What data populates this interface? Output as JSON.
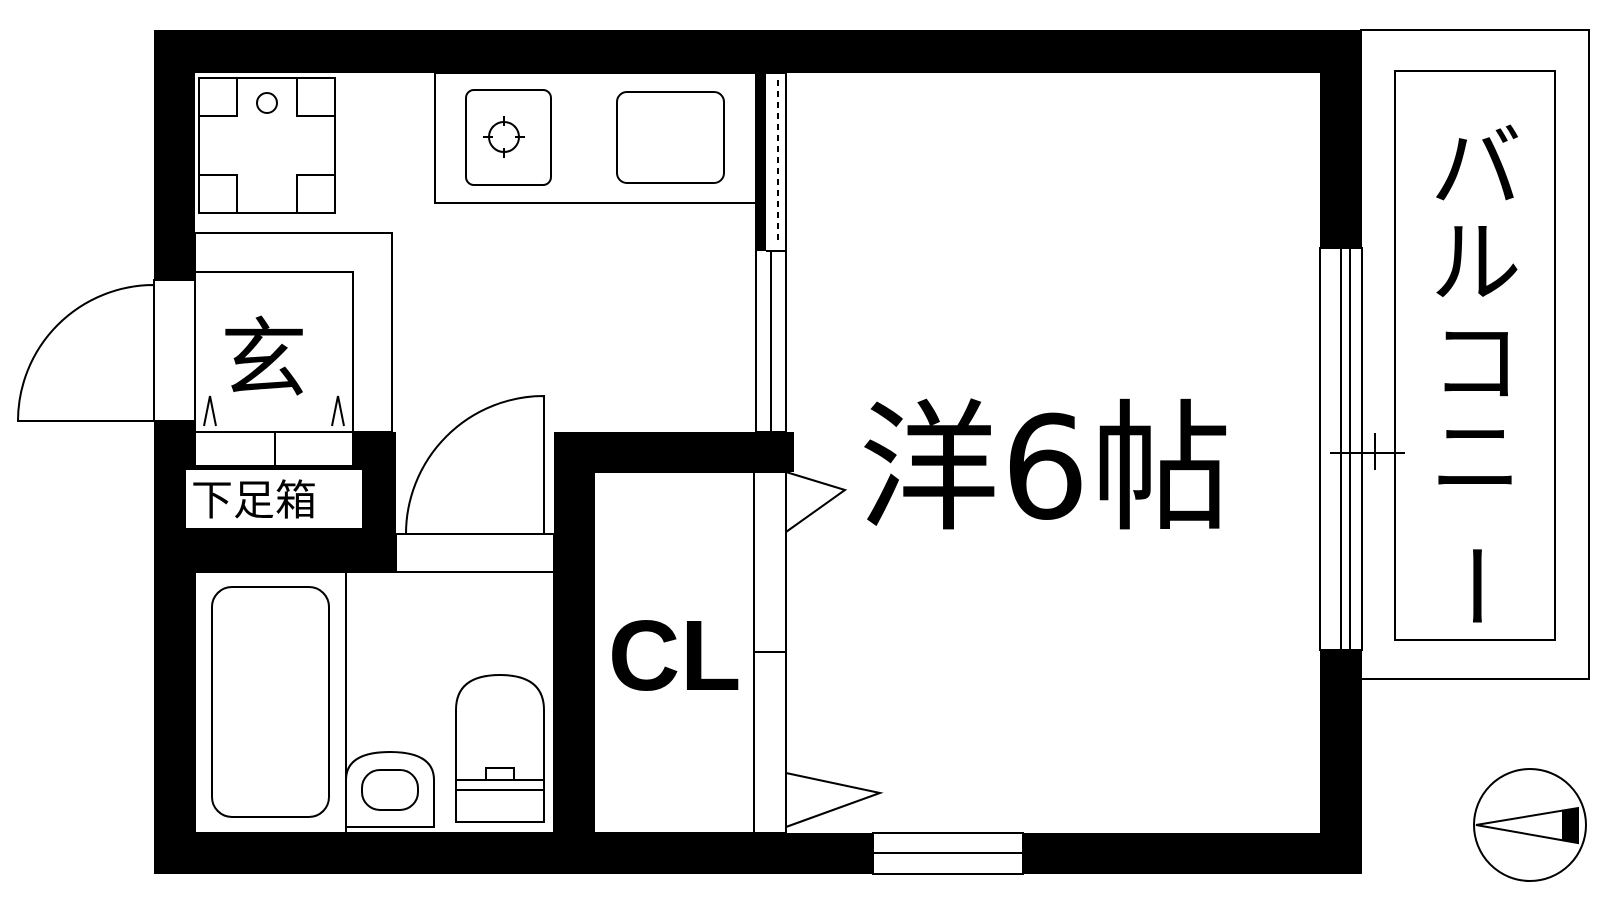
{
  "rooms": {
    "western": {
      "label": "洋6帖"
    },
    "closet": {
      "label": "CL"
    },
    "entrance": {
      "label": "玄"
    },
    "shoe_box": {
      "label": "下足箱"
    },
    "balcony": {
      "label": [
        "バ",
        "ル",
        "コ",
        "ニ",
        "ー"
      ]
    }
  },
  "colors": {
    "wall": "#000000",
    "line": "#000000",
    "background": "#ffffff"
  },
  "icons": {
    "compass": "north-arrow-icon",
    "stove": "gas-burner-icon",
    "sink": "sink-icon",
    "bathtub": "bathtub-icon",
    "toilet": "toilet-icon",
    "washbasin": "washbasin-icon",
    "fridge": "fridge-space-icon"
  }
}
